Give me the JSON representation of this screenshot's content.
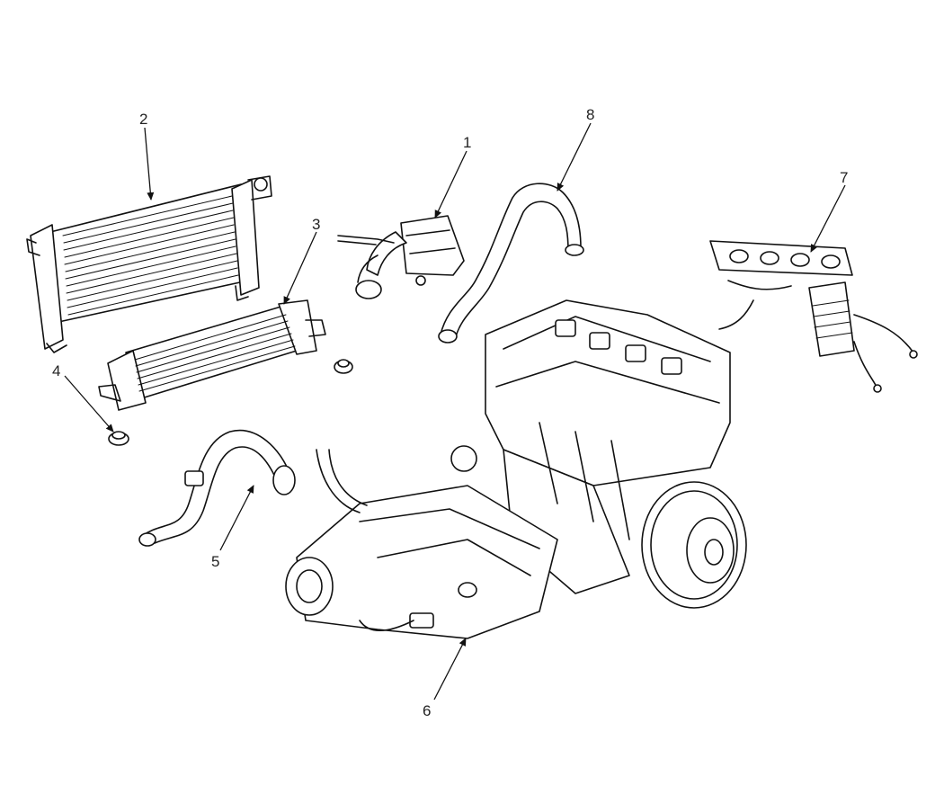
{
  "callouts": [
    {
      "id": "1",
      "label": "1"
    },
    {
      "id": "2",
      "label": "2"
    },
    {
      "id": "3",
      "label": "3"
    },
    {
      "id": "4",
      "label": "4"
    },
    {
      "id": "5",
      "label": "5"
    },
    {
      "id": "6",
      "label": "6"
    },
    {
      "id": "7",
      "label": "7"
    },
    {
      "id": "8",
      "label": "8"
    }
  ],
  "style": {
    "line_color": "#111111",
    "background": "#ffffff"
  }
}
